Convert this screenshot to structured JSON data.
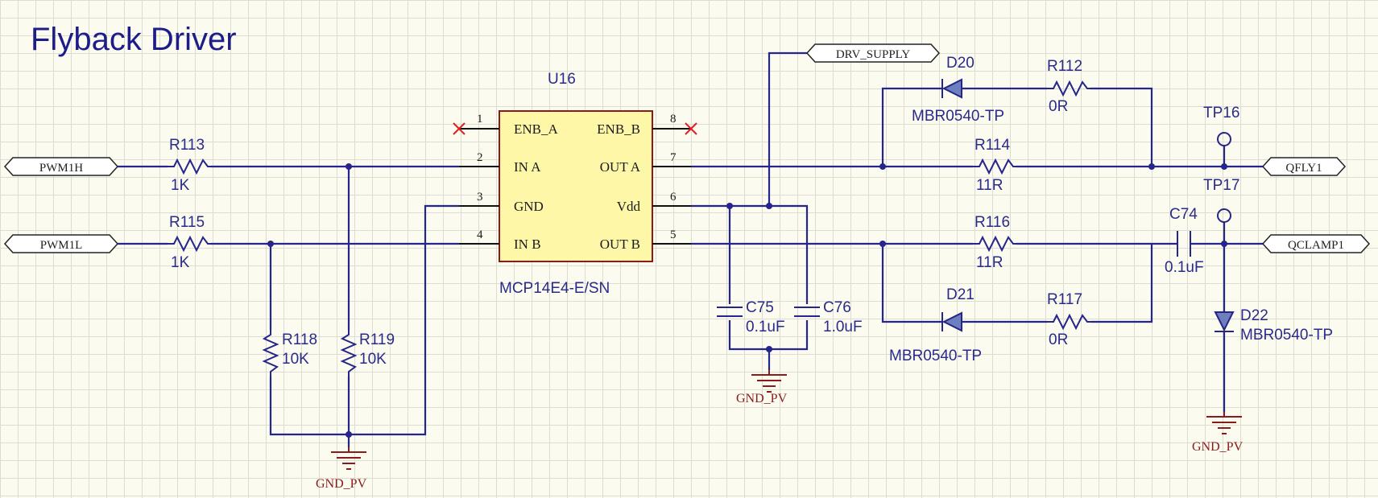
{
  "title": "Flyback Driver",
  "ic": {
    "ref": "U16",
    "part": "MCP14E4-E/SN",
    "pins_left": [
      {
        "num": "1",
        "name": "ENB_A"
      },
      {
        "num": "2",
        "name": "IN A"
      },
      {
        "num": "3",
        "name": "GND"
      },
      {
        "num": "4",
        "name": "IN B"
      }
    ],
    "pins_right": [
      {
        "num": "8",
        "name": "ENB_B"
      },
      {
        "num": "7",
        "name": "OUT A"
      },
      {
        "num": "6",
        "name": "Vdd"
      },
      {
        "num": "5",
        "name": "OUT B"
      }
    ]
  },
  "ports": {
    "pwm1h": "PWM1H",
    "pwm1l": "PWM1L",
    "drv_supply": "DRV_SUPPLY",
    "qfly1": "QFLY1",
    "qclamp1": "QCLAMP1"
  },
  "resistors": {
    "r113": {
      "ref": "R113",
      "value": "1K"
    },
    "r115": {
      "ref": "R115",
      "value": "1K"
    },
    "r118": {
      "ref": "R118",
      "value": "10K"
    },
    "r119": {
      "ref": "R119",
      "value": "10K"
    },
    "r112": {
      "ref": "R112",
      "value": "0R"
    },
    "r114": {
      "ref": "R114",
      "value": "11R"
    },
    "r116": {
      "ref": "R116",
      "value": "11R"
    },
    "r117": {
      "ref": "R117",
      "value": "0R"
    }
  },
  "capacitors": {
    "c74": {
      "ref": "C74",
      "value": "0.1uF"
    },
    "c75": {
      "ref": "C75",
      "value": "0.1uF"
    },
    "c76": {
      "ref": "C76",
      "value": "1.0uF"
    }
  },
  "diodes": {
    "d20": {
      "ref": "D20",
      "part": "MBR0540-TP"
    },
    "d21": {
      "ref": "D21",
      "part": "MBR0540-TP"
    },
    "d22": {
      "ref": "D22",
      "part": "MBR0540-TP"
    }
  },
  "testpoints": {
    "tp16": "TP16",
    "tp17": "TP17"
  },
  "grounds": {
    "gnd1": "GND_PV",
    "gnd2": "GND_PV",
    "gnd3": "GND_PV"
  },
  "colors": {
    "wire": "#25258c",
    "ic_fill": "#fff7a8",
    "ic_border": "#8b1a1a",
    "ground": "#8b1a1a",
    "no_connect": "#e02020",
    "background": "#fbfbf0"
  }
}
